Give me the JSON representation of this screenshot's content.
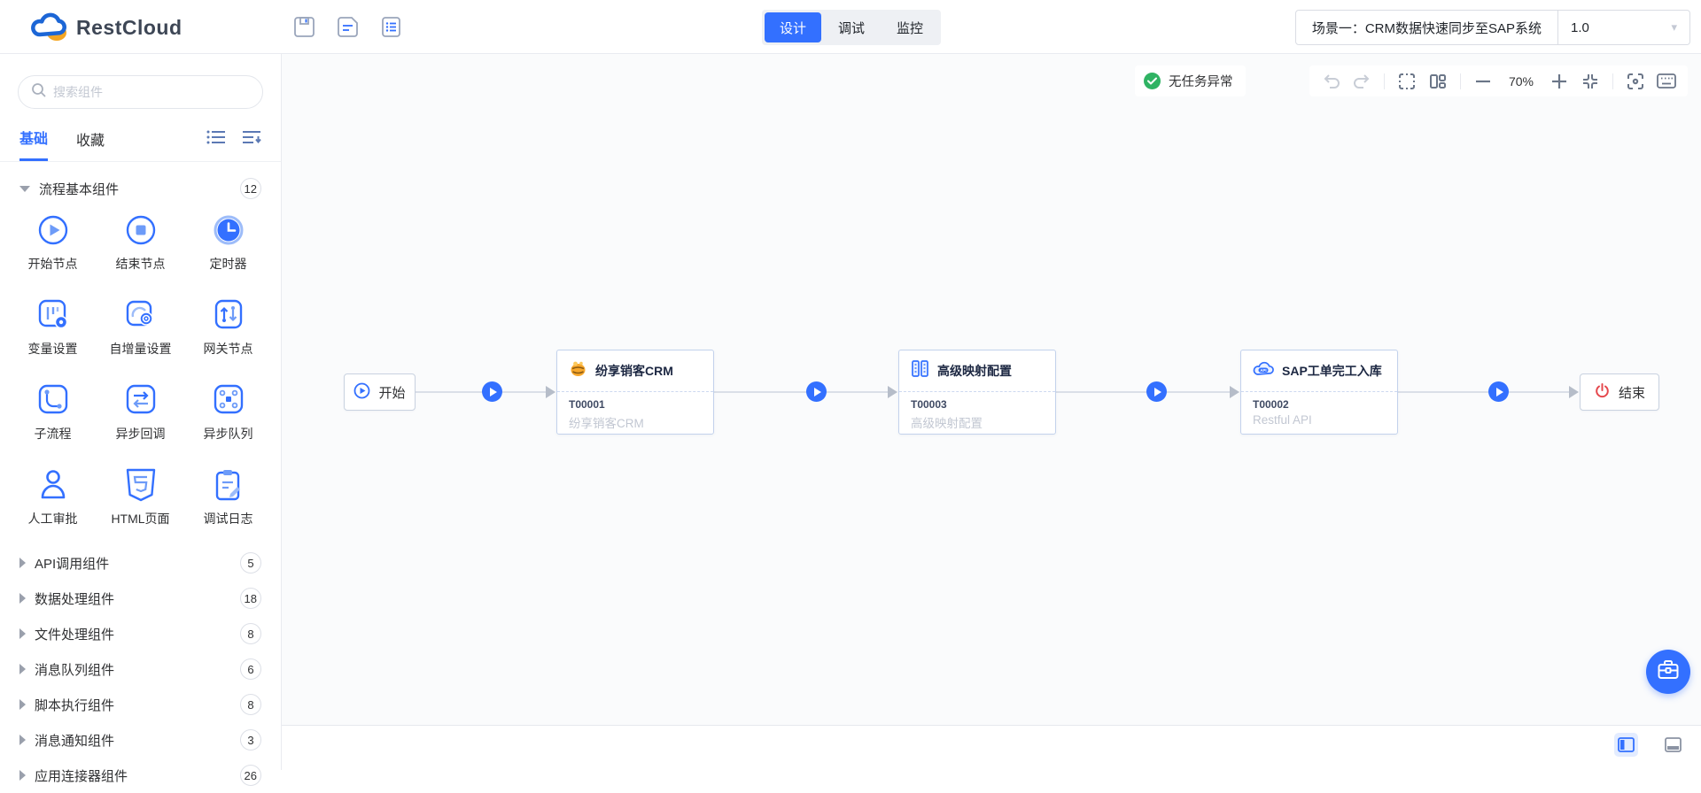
{
  "header": {
    "brand": "RestCloud",
    "toolbar": {
      "save": "保存",
      "save_as": "另存",
      "log": "日志"
    },
    "tabs": [
      {
        "label": "设计",
        "active": true
      },
      {
        "label": "调试",
        "active": false
      },
      {
        "label": "监控",
        "active": false
      }
    ],
    "scenario_title": "场景一：CRM数据快速同步至SAP系统",
    "version": "1.0"
  },
  "sidebar": {
    "search_placeholder": "搜索组件",
    "tabs": [
      {
        "label": "基础",
        "active": true
      },
      {
        "label": "收藏",
        "active": false
      }
    ],
    "group": {
      "label": "流程基本组件",
      "count": "12"
    },
    "components": [
      "开始节点",
      "结束节点",
      "定时器",
      "变量设置",
      "自增量设置",
      "网关节点",
      "子流程",
      "异步回调",
      "异步队列",
      "人工审批",
      "HTML页面",
      "调试日志"
    ],
    "categories": [
      {
        "label": "API调用组件",
        "count": "5"
      },
      {
        "label": "数据处理组件",
        "count": "18"
      },
      {
        "label": "文件处理组件",
        "count": "8"
      },
      {
        "label": "消息队列组件",
        "count": "6"
      },
      {
        "label": "脚本执行组件",
        "count": "8"
      },
      {
        "label": "消息通知组件",
        "count": "3"
      },
      {
        "label": "应用连接器组件",
        "count": "26"
      }
    ]
  },
  "canvas": {
    "status": "无任务异常",
    "zoom_level": "70%",
    "nodes": {
      "start": {
        "label": "开始"
      },
      "crm": {
        "title": "纷享销客CRM",
        "code": "T00001",
        "sub": "纷享销客CRM"
      },
      "mapping": {
        "title": "高级映射配置",
        "code": "T00003",
        "sub": "高级映射配置"
      },
      "sap": {
        "title": "SAP工单完工入库",
        "code": "T00002",
        "sub": "Restful API"
      },
      "end": {
        "label": "结束"
      }
    }
  },
  "colors": {
    "primary": "#3370ff",
    "success": "#2fb363",
    "danger": "#e5484d",
    "accent_orange": "#f5a623"
  }
}
